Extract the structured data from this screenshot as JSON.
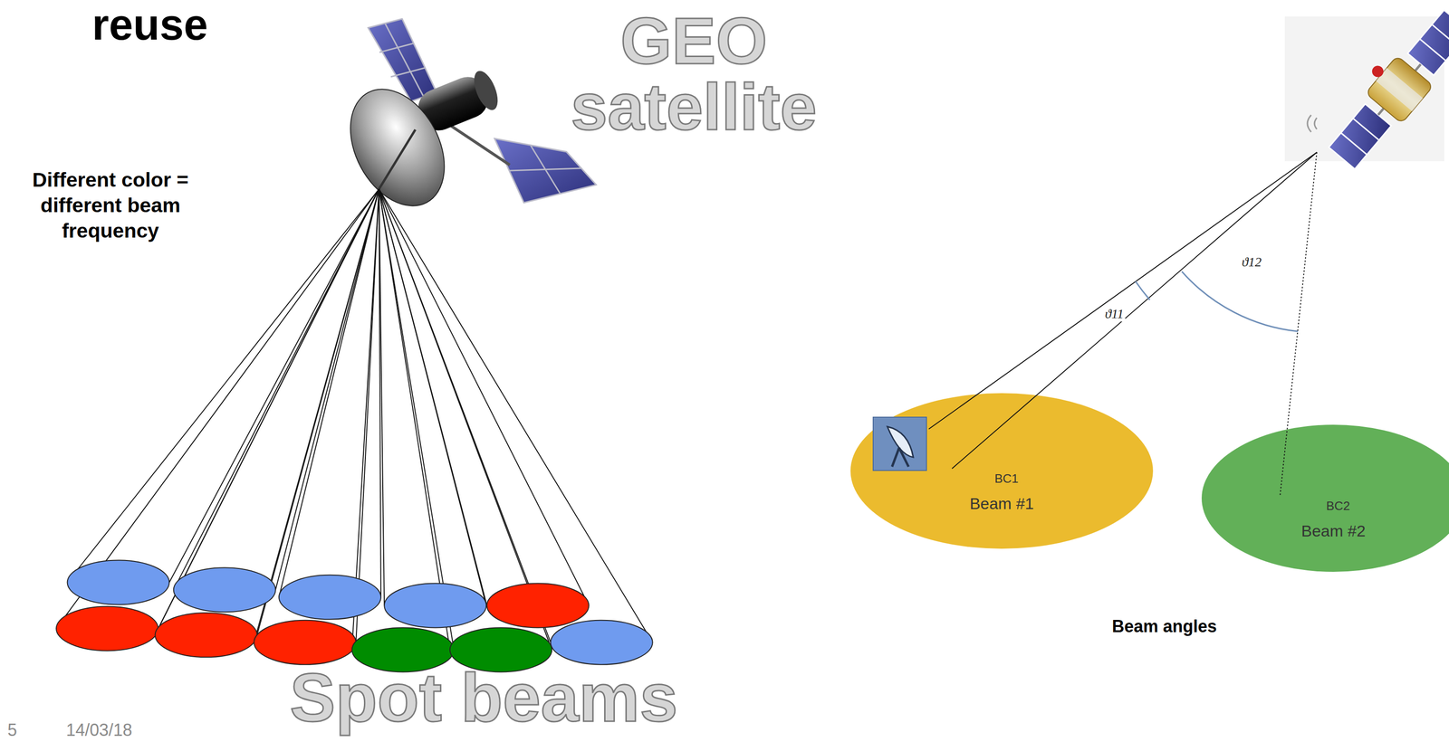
{
  "diagram": {
    "nodes": [
      {
        "text": [
          "BC1",
          "Beam #1"
        ]
      },
      {
        "text": [
          "BC2",
          "Beam #2"
        ]
      }
    ],
    "labels": [
      "reuse",
      "GEO satellite",
      "Different color = different beam frequency",
      "Spot beams",
      "5",
      "14/03/18",
      "ϑ12",
      "ϑ11",
      "Beam angles"
    ]
  }
}
